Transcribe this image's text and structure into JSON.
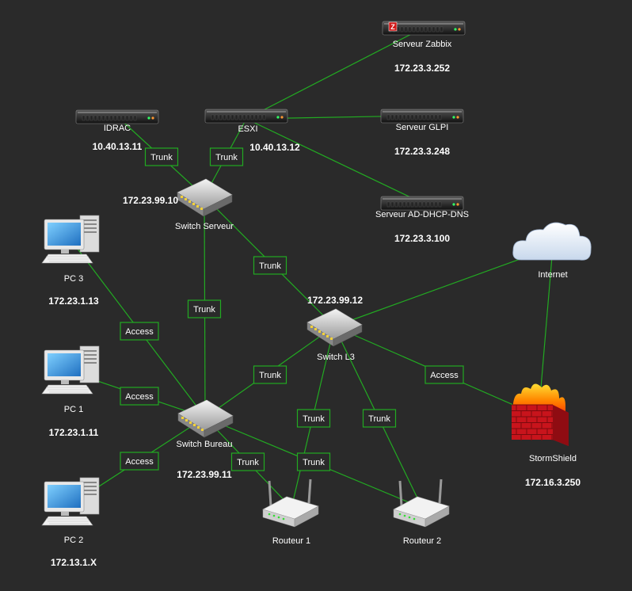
{
  "colors": {
    "background": "#2a2a2a",
    "link": "#22aa22",
    "text": "#ffffff"
  },
  "nodes": [
    {
      "id": "zabbix",
      "icon": "rack-server-icon",
      "label": "Serveur Zabbix",
      "ip": "172.23.3.252"
    },
    {
      "id": "idrac",
      "icon": "rack-server-icon",
      "label": "IDRAC",
      "ip": "10.40.13.11"
    },
    {
      "id": "esxi",
      "icon": "rack-server-icon",
      "label": "ESXI",
      "ip": "10.40.13.12"
    },
    {
      "id": "glpi",
      "icon": "rack-server-icon",
      "label": "Serveur GLPI",
      "ip": "172.23.3.248"
    },
    {
      "id": "ad",
      "icon": "rack-server-icon",
      "label": "Serveur AD-DHCP-DNS",
      "ip": "172.23.3.100"
    },
    {
      "id": "sw_serveur",
      "icon": "switch-icon",
      "label": "Switch Serveur",
      "ip": "172.23.99.10"
    },
    {
      "id": "sw_l3",
      "icon": "switch-icon",
      "label": "Switch L3",
      "ip": "172.23.99.12"
    },
    {
      "id": "sw_bureau",
      "icon": "switch-icon",
      "label": "Switch Bureau",
      "ip": "172.23.99.11"
    },
    {
      "id": "pc3",
      "icon": "pc-icon",
      "label": "PC 3",
      "ip": "172.23.1.13"
    },
    {
      "id": "pc1",
      "icon": "pc-icon",
      "label": "PC 1",
      "ip": "172.23.1.11"
    },
    {
      "id": "pc2",
      "icon": "pc-icon",
      "label": "PC 2",
      "ip": "172.13.1.X"
    },
    {
      "id": "internet",
      "icon": "cloud-icon",
      "label": "Internet",
      "ip": ""
    },
    {
      "id": "stormshield",
      "icon": "firewall-icon",
      "label": "StormShield",
      "ip": "172.16.3.250"
    },
    {
      "id": "r1",
      "icon": "router-icon",
      "label": "Routeur 1",
      "ip": ""
    },
    {
      "id": "r2",
      "icon": "router-icon",
      "label": "Routeur 2",
      "ip": ""
    }
  ],
  "links": [
    {
      "from": "esxi",
      "to": "zabbix",
      "label": ""
    },
    {
      "from": "esxi",
      "to": "glpi",
      "label": ""
    },
    {
      "from": "esxi",
      "to": "ad",
      "label": ""
    },
    {
      "from": "idrac",
      "to": "sw_serveur",
      "label": "Trunk"
    },
    {
      "from": "esxi",
      "to": "sw_serveur",
      "label": "Trunk"
    },
    {
      "from": "sw_serveur",
      "to": "sw_l3",
      "label": "Trunk"
    },
    {
      "from": "sw_serveur",
      "to": "sw_bureau",
      "label": "Trunk"
    },
    {
      "from": "pc3",
      "to": "sw_bureau",
      "label": "Access"
    },
    {
      "from": "pc1",
      "to": "sw_bureau",
      "label": "Access"
    },
    {
      "from": "pc2",
      "to": "sw_bureau",
      "label": "Access"
    },
    {
      "from": "sw_bureau",
      "to": "sw_l3",
      "label": "Trunk"
    },
    {
      "from": "sw_l3",
      "to": "internet",
      "label": ""
    },
    {
      "from": "sw_l3",
      "to": "stormshield",
      "label": "Access"
    },
    {
      "from": "internet",
      "to": "stormshield",
      "label": ""
    },
    {
      "from": "sw_l3",
      "to": "r1",
      "label": "Trunk"
    },
    {
      "from": "sw_l3",
      "to": "r2",
      "label": "Trunk"
    },
    {
      "from": "sw_bureau",
      "to": "r1",
      "label": "Trunk"
    },
    {
      "from": "sw_bureau",
      "to": "r2",
      "label": "Trunk"
    }
  ]
}
